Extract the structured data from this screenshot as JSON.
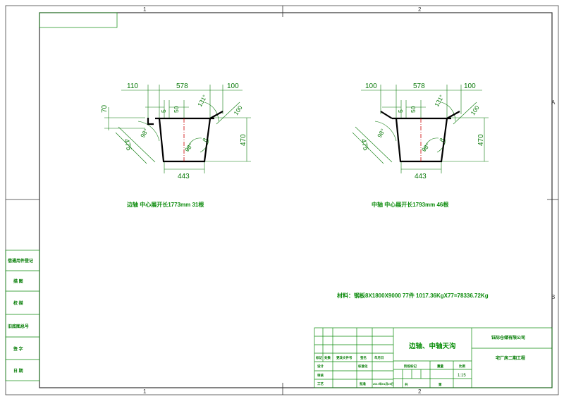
{
  "zones": {
    "col1": "1",
    "col2": "2",
    "rowA": "A",
    "rowB": "B"
  },
  "left_side_labels": [
    "借通用件登记",
    "描  图",
    "校  描",
    "旧底图总号",
    "签  字",
    "日  期"
  ],
  "left_profile": {
    "dim_top_a": "110",
    "dim_top_b": "578",
    "dim_top_c": "100",
    "dim_v_70": "70",
    "dim_5": "5",
    "dim_50": "50",
    "dim_angle_131": "131°",
    "dim_slope_100": "100",
    "dim_angle_98a": "98°",
    "dim_475": "475",
    "dim_angle_98b": "98°",
    "dim_8": "8",
    "dim_470": "470",
    "dim_443": "443",
    "caption": "边轴  中心展开长1773mm   31根"
  },
  "right_profile": {
    "dim_top_a": "100",
    "dim_top_b": "578",
    "dim_top_c": "100",
    "dim_5": "5",
    "dim_50": "50",
    "dim_angle_131": "131°",
    "dim_slope_100": "100",
    "dim_angle_98a": "98°",
    "dim_475": "475",
    "dim_angle_98b": "98°",
    "dim_8": "8",
    "dim_470": "470",
    "dim_443": "443",
    "caption": "中轴  中心展开长1793mm   46根"
  },
  "material_note": "材料：钢板8X1800X9000   77件   1017.36KgX77=78336.72Kg",
  "title_block": {
    "drawing_title": "边轴、中轴天沟",
    "company": "钰际仓储有限公司",
    "project": "宅厂房二期工程",
    "scale": "1:15",
    "cells": {
      "mark": "标记",
      "count": "处数",
      "change_doc": "更改文件号",
      "sign": "签名",
      "date": "年月日",
      "design": "设计",
      "std": "标准化",
      "check": "审核",
      "craft": "工艺",
      "approve": "批准",
      "approve_date": "2017年01月25日",
      "stage": "阶段标记",
      "weight": "重量",
      "ratio": "比例",
      "total": "共",
      "sheet": "第"
    }
  },
  "colors": {
    "frame": "#333333",
    "dimension": "#0a7a0a",
    "profile": "#000000",
    "centerline": "#cc0000"
  }
}
